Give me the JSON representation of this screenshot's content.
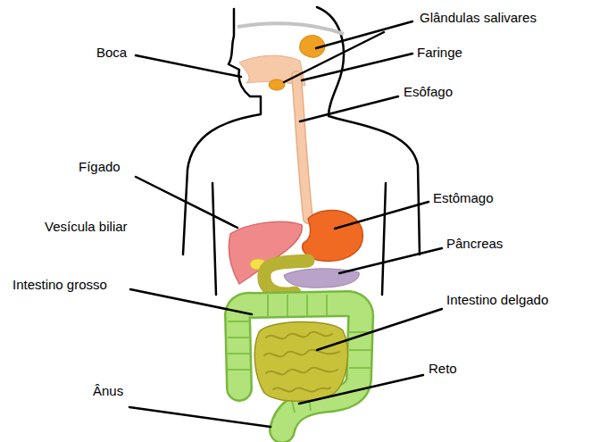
{
  "diagram": {
    "labels": [
      "Glândulas salivares",
      "Boca",
      "Faringe",
      "Esôfago",
      "Fígado",
      "Estômago",
      "Vesícula biliar",
      "Pâncreas",
      "Intestino grosso",
      "Intestino delgado",
      "Reto",
      "Ânus"
    ]
  }
}
